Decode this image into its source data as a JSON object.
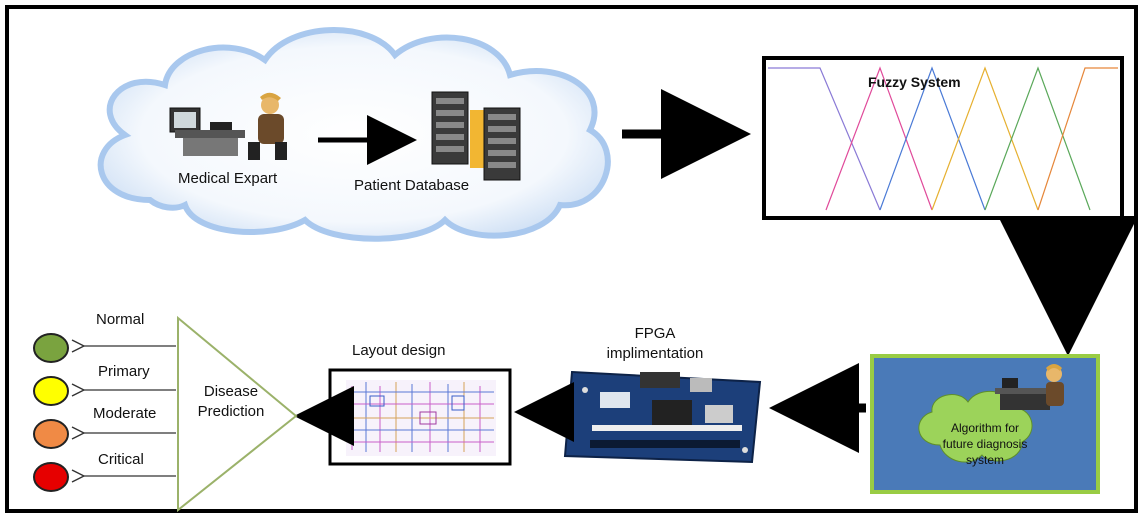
{
  "cloud": {
    "expert_label": "Medical Expart",
    "database_label": "Patient Database"
  },
  "fuzzy": {
    "title": "Fuzzy System"
  },
  "algorithm": {
    "line1": "Algorithm for",
    "line2": "future diagnosis",
    "line3": "system"
  },
  "fpga": {
    "line1": "FPGA",
    "line2": "implimentation"
  },
  "layout": {
    "title": "Layout design"
  },
  "prediction": {
    "line1": "Disease",
    "line2": "Prediction"
  },
  "outputs": [
    {
      "label": "Normal",
      "color": "#7aa33f"
    },
    {
      "label": "Primary",
      "color": "#ffff00"
    },
    {
      "label": "Moderate",
      "color": "#f08a45"
    },
    {
      "label": "Critical",
      "color": "#e60000"
    }
  ],
  "colors": {
    "algorithm_bg": "#4a7ab8",
    "algorithm_border": "#99cc44",
    "cloud_edge": "#a9c8ee",
    "board": "#1c3f7a"
  }
}
